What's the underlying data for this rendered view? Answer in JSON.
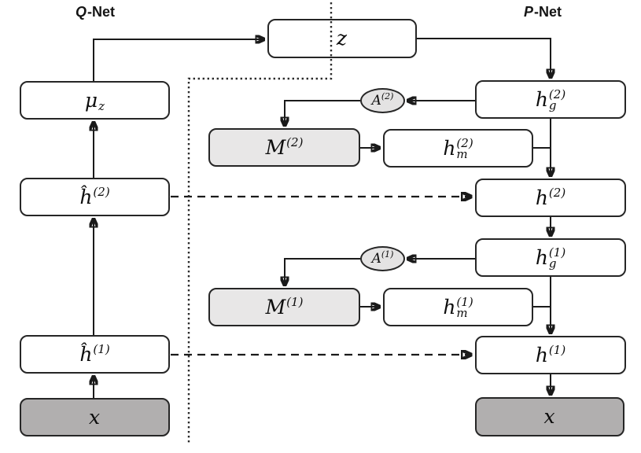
{
  "header": {
    "q_net": {
      "italic": "Q",
      "rest": "-Net"
    },
    "p_net": {
      "italic": "P",
      "rest": "-Net"
    }
  },
  "nodes": {
    "z": {
      "base": "z"
    },
    "mu_z": {
      "base": "μ",
      "sub": "z"
    },
    "h_hat_2": {
      "base": "ĥ",
      "sup": "(2)"
    },
    "h_hat_1": {
      "base": "ĥ",
      "sup": "(1)"
    },
    "x_enc": {
      "base": "x"
    },
    "h_g_2": {
      "base": "h",
      "sub": "g",
      "sup": "(2)"
    },
    "A_2": {
      "base": "A",
      "sup": "(2)"
    },
    "M_2": {
      "base": "M",
      "sup": "(2)"
    },
    "h_m_2": {
      "base": "h",
      "sub": "m",
      "sup": "(2)"
    },
    "h_2": {
      "base": "h",
      "sup": "(2)"
    },
    "h_g_1": {
      "base": "h",
      "sub": "g",
      "sup": "(1)"
    },
    "A_1": {
      "base": "A",
      "sup": "(1)"
    },
    "M_1": {
      "base": "M",
      "sup": "(1)"
    },
    "h_m_1": {
      "base": "h",
      "sub": "m",
      "sup": "(1)"
    },
    "h_1": {
      "base": "h",
      "sup": "(1)"
    },
    "x_dec": {
      "base": "x"
    }
  },
  "colors": {
    "line": "#1a1a1a",
    "box_border": "#262626",
    "white_fill": "#ffffff",
    "memory_fill": "#e8e7e7",
    "attention_fill": "#e4e3e3",
    "input_fill": "#b1afaf"
  }
}
